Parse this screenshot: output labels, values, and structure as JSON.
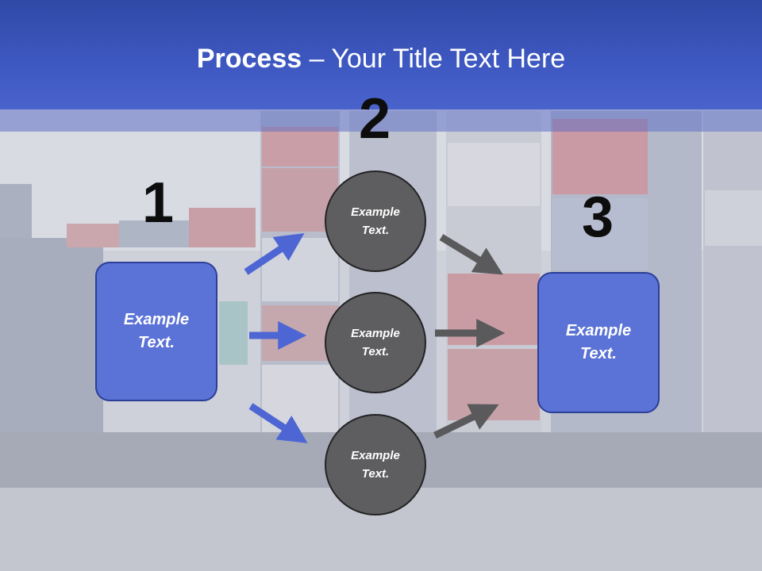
{
  "title": {
    "bold": "Process",
    "rest": " – Your Title Text Here"
  },
  "steps": [
    {
      "number": "1",
      "text": "Example\nText."
    },
    {
      "number": "2"
    },
    {
      "number": "3",
      "text": "Example\nText."
    }
  ],
  "circles": [
    {
      "text": "Example\nText."
    },
    {
      "text": "Example\nText."
    },
    {
      "text": "Example\nText."
    }
  ],
  "colors": {
    "header": "#3d57c0",
    "box_fill": "#5b72d6",
    "circle_fill": "#5e5e60",
    "arrow_blue": "#4d66d4",
    "arrow_gray": "#5a5a5c"
  }
}
